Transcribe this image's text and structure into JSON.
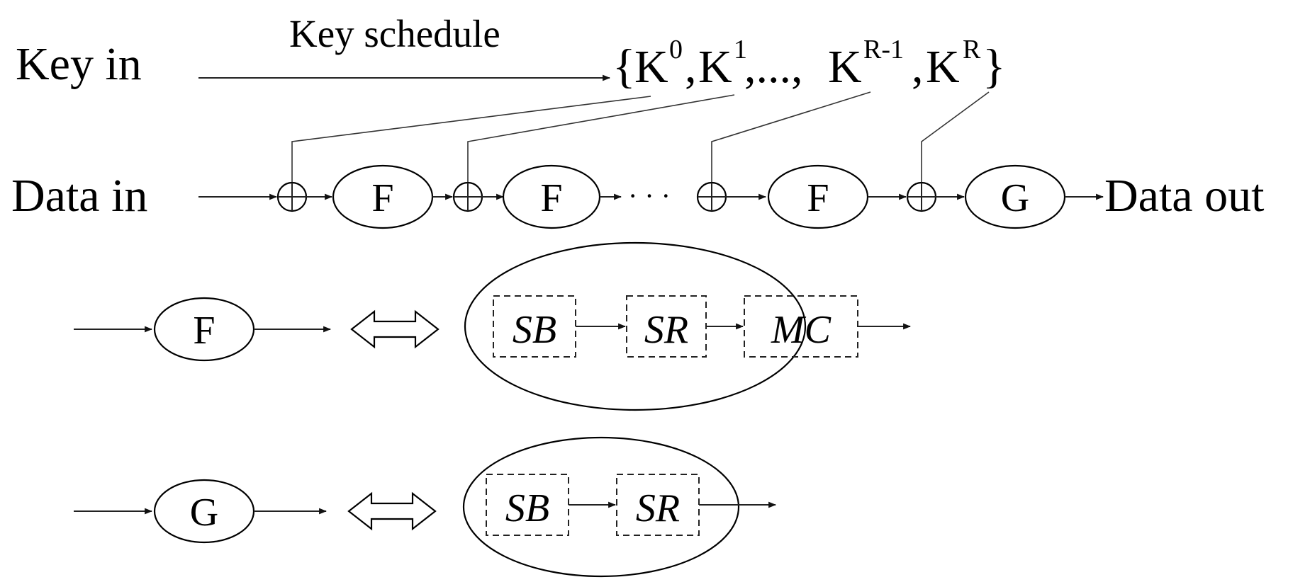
{
  "top": {
    "key_in": "Key in",
    "key_schedule": "Key schedule",
    "key_set": {
      "open_brace": "{",
      "close_brace": "}",
      "k_base": "K",
      "comma": ",",
      "ellipsis": ",...,",
      "exp_0": "0",
      "exp_1": "1",
      "exp_r_minus_1": "R-1",
      "exp_r": "R"
    }
  },
  "flow": {
    "data_in": "Data in",
    "data_out": "Data out",
    "xor_symbol": "⊕",
    "f_label": "F",
    "g_label": "G",
    "dots": "· · ·"
  },
  "f_definition": {
    "f_label": "F",
    "equiv": "⟺",
    "steps": [
      "SB",
      "SR",
      "MC"
    ]
  },
  "g_definition": {
    "g_label": "G",
    "equiv": "⟺",
    "steps": [
      "SB",
      "SR"
    ]
  }
}
